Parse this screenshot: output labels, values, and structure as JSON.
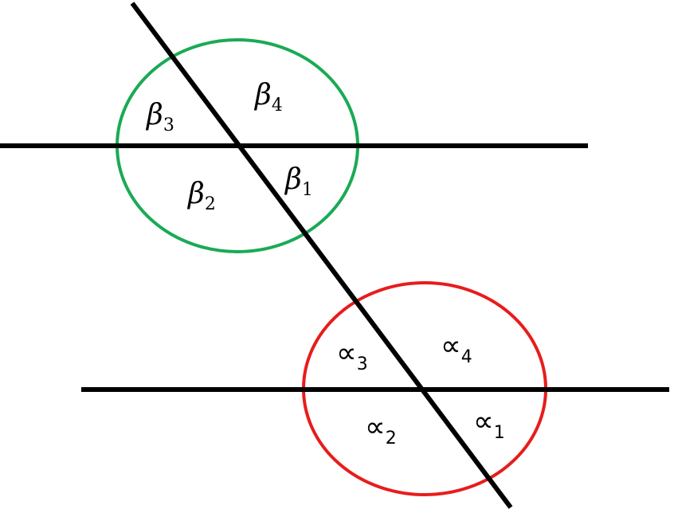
{
  "colors": {
    "line": "#000000",
    "top_circle": "#1aaa55",
    "bottom_circle": "#e81c1c",
    "background": "#ffffff"
  },
  "top_group": {
    "labels": [
      {
        "symbol": "β",
        "subscript": "1"
      },
      {
        "symbol": "β",
        "subscript": "2"
      },
      {
        "symbol": "β",
        "subscript": "3"
      },
      {
        "symbol": "β",
        "subscript": "4"
      }
    ]
  },
  "bottom_group": {
    "labels": [
      {
        "symbol": "∝",
        "subscript": "1"
      },
      {
        "symbol": "∝",
        "subscript": "2"
      },
      {
        "symbol": "∝",
        "subscript": "3"
      },
      {
        "symbol": "∝",
        "subscript": "4"
      }
    ]
  }
}
